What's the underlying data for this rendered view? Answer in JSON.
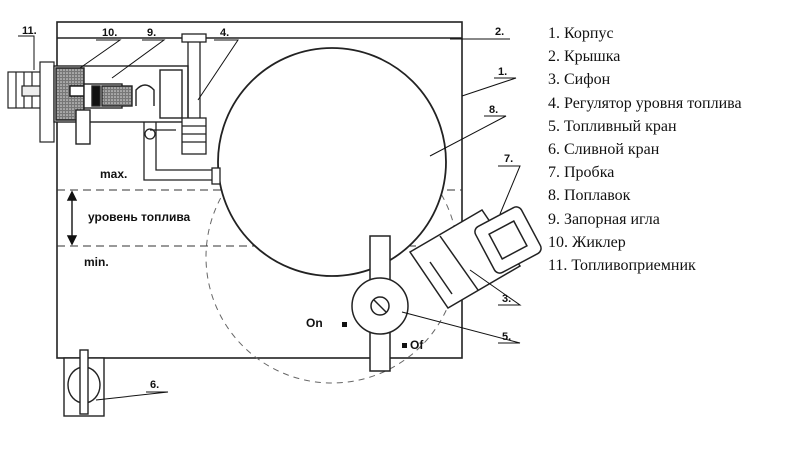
{
  "legend": [
    "1. Корпус",
    "2. Крышка",
    "3. Сифон",
    "4. Регулятор уровня топлива",
    "5. Топливный кран",
    "6. Сливной кран",
    "7. Пробка",
    "8. Поплавок",
    "9. Запорная игла",
    "10. Жиклер",
    "11. Топливоприемник"
  ],
  "callouts": {
    "n1": "1.",
    "n2": "2.",
    "n3": "3.",
    "n4": "4.",
    "n5": "5.",
    "n6": "6.",
    "n7": "7.",
    "n8": "8.",
    "n9": "9.",
    "n10": "10.",
    "n11": "11."
  },
  "markers": {
    "max": "max.",
    "min": "min.",
    "level": "уровень топлива",
    "on": "On",
    "off": "Of"
  }
}
